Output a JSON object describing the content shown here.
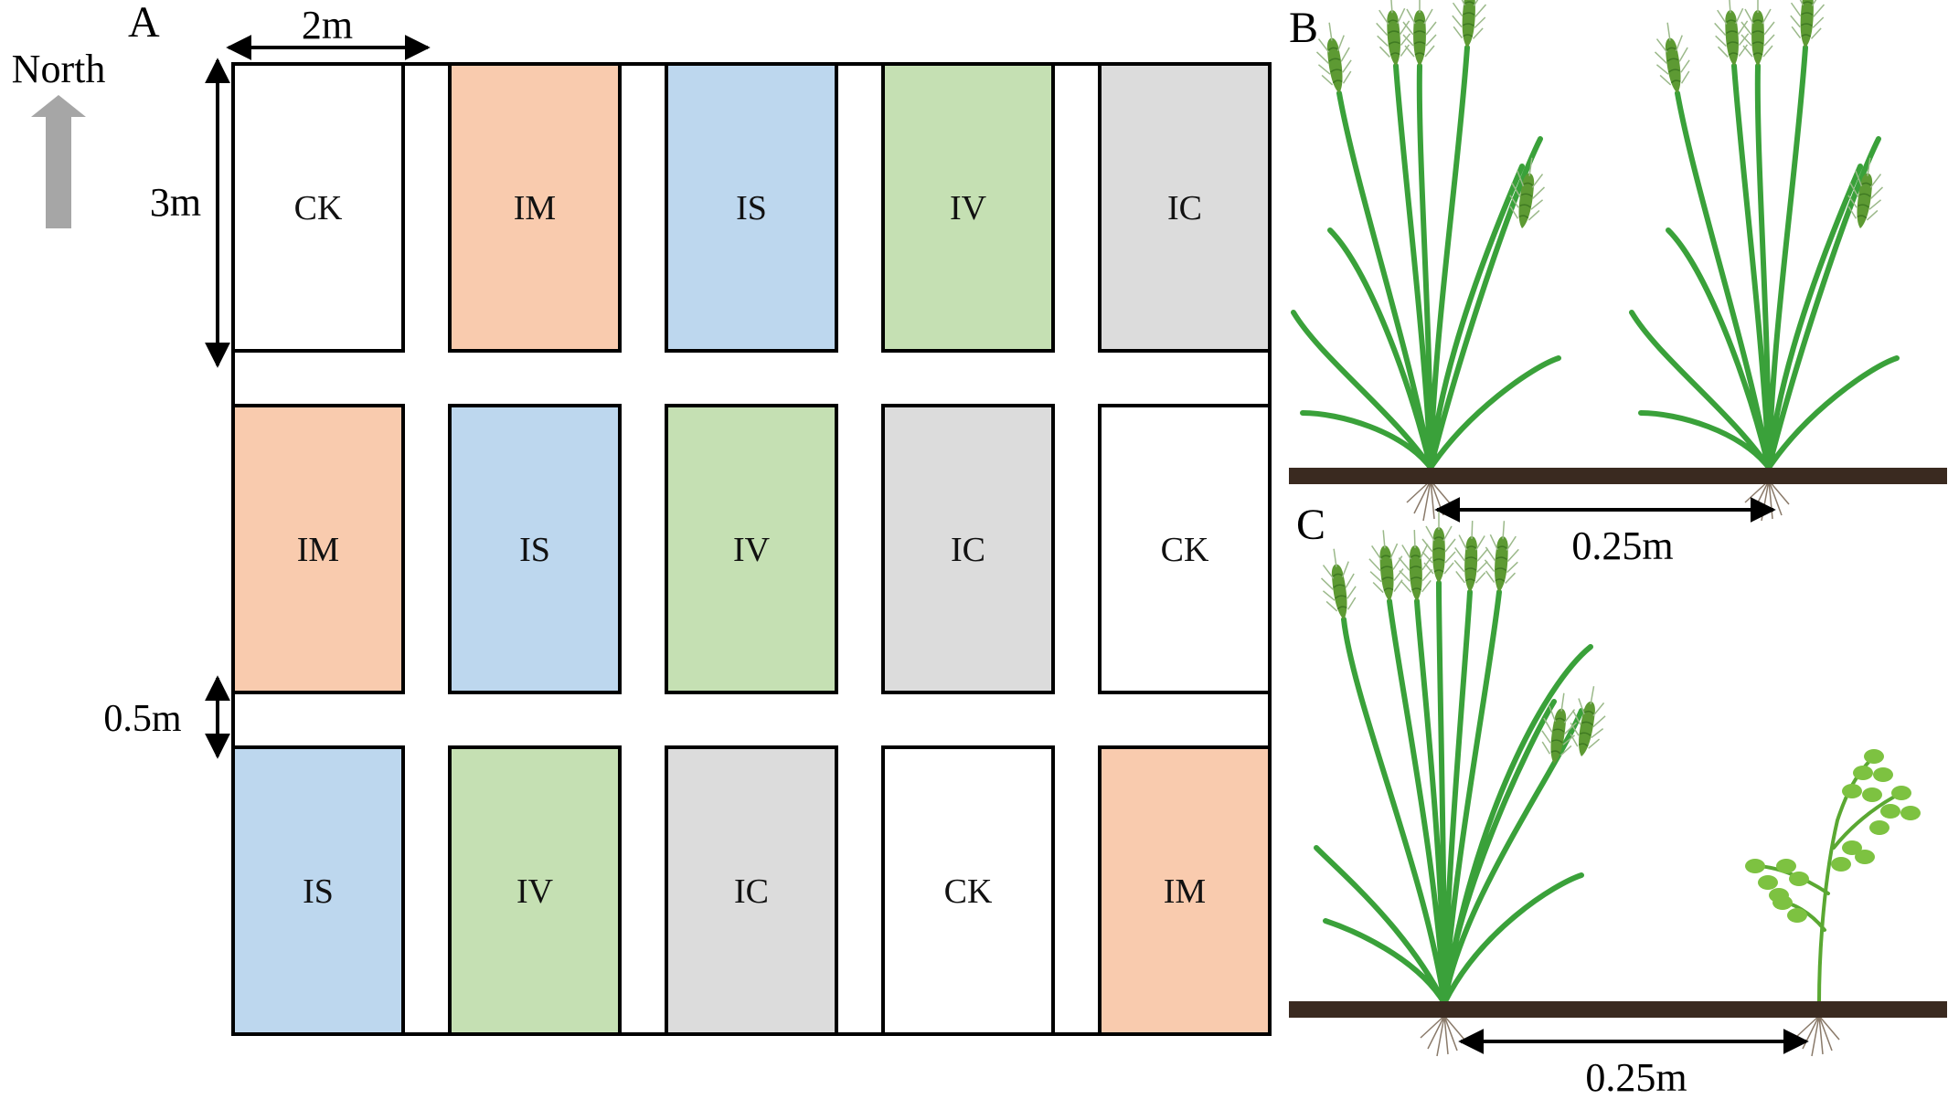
{
  "panels": {
    "a_label": "A",
    "b_label": "B",
    "c_label": "C"
  },
  "layout": {
    "north_label": "North",
    "width_label": "2m",
    "height_label": "3m",
    "gap_label": "0.5m"
  },
  "plots": [
    [
      "CK",
      "IM",
      "IS",
      "IV",
      "IC"
    ],
    [
      "IM",
      "IS",
      "IV",
      "IC",
      "CK"
    ],
    [
      "IS",
      "IV",
      "IC",
      "CK",
      "IM"
    ]
  ],
  "treatment_colors": {
    "CK": "#ffffff",
    "IM": "#f9cbae",
    "IS": "#bdd7ee",
    "IV": "#c5e0b3",
    "IC": "#dcdcdc"
  },
  "spacing": {
    "b_label": "0.25m",
    "c_label": "0.25m"
  },
  "colors": {
    "wheat_leaf": "#3aa13a",
    "wheat_ear": "#5d9a33",
    "soil": "#3a2a20",
    "legume": "#7dc241",
    "arrow": "#a6a6a6"
  }
}
